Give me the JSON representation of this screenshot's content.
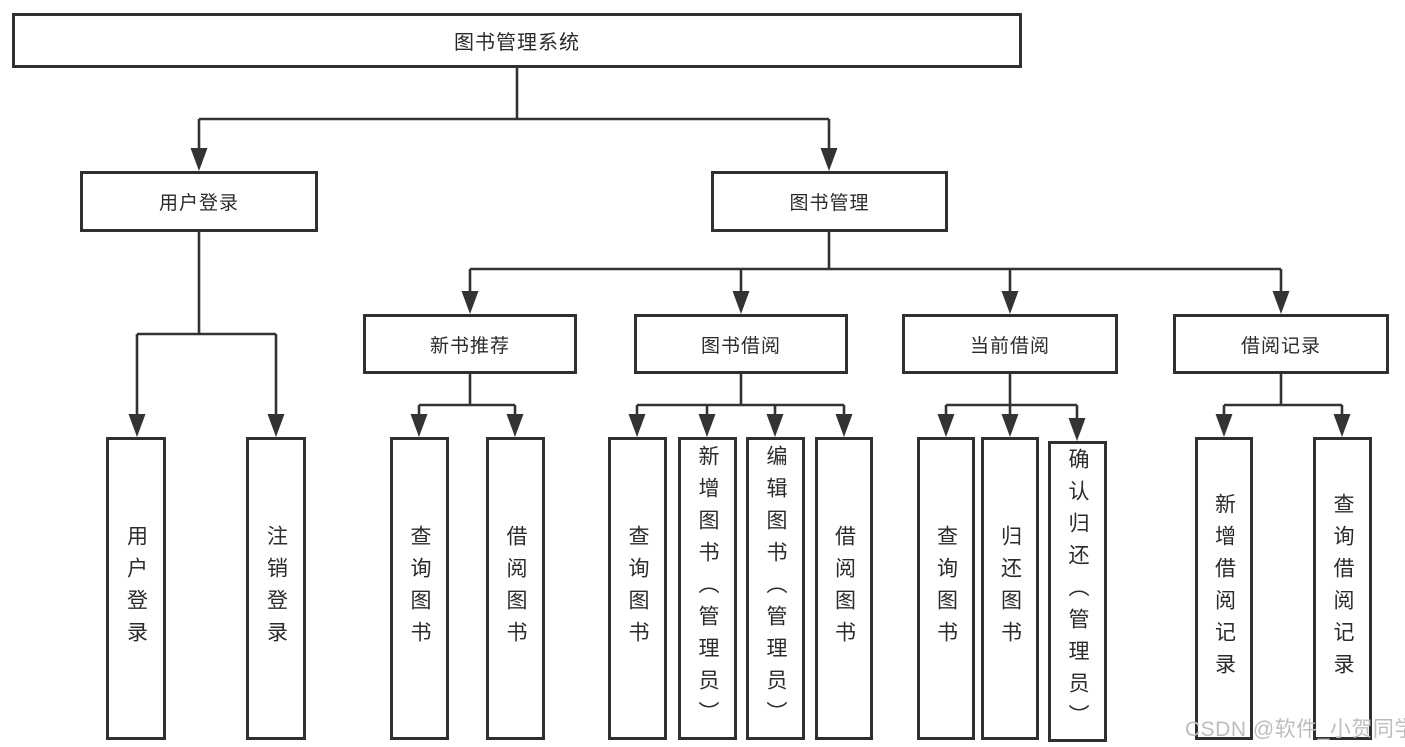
{
  "diagram": {
    "type": "hierarchy-tree",
    "root": {
      "label": "图书管理系统"
    },
    "level2": [
      {
        "label": "用户登录"
      },
      {
        "label": "图书管理"
      }
    ],
    "level3": [
      {
        "label": "新书推荐"
      },
      {
        "label": "图书借阅"
      },
      {
        "label": "当前借阅"
      },
      {
        "label": "借阅记录"
      }
    ],
    "leaves": {
      "user_login": [
        {
          "label": "用户登录"
        },
        {
          "label": "注销登录"
        }
      ],
      "new_books": [
        {
          "label": "查询图书"
        },
        {
          "label": "借阅图书"
        }
      ],
      "book_borrow": [
        {
          "label": "查询图书"
        },
        {
          "label": "新增图书（管理员）"
        },
        {
          "label": "编辑图书（管理员）"
        },
        {
          "label": "借阅图书"
        }
      ],
      "current_borrow": [
        {
          "label": "查询图书"
        },
        {
          "label": "归还图书"
        },
        {
          "label": "确认归还（管理员）"
        }
      ],
      "borrow_records": [
        {
          "label": "新增借阅记录"
        },
        {
          "label": "查询借阅记录"
        }
      ]
    }
  },
  "watermark": "CSDN @软件_小贺同学",
  "colors": {
    "line": "#333333",
    "border": "#303030",
    "text": "#2b2b2b",
    "box_bg": "#ffffff",
    "watermark": "#bdbdbd"
  }
}
